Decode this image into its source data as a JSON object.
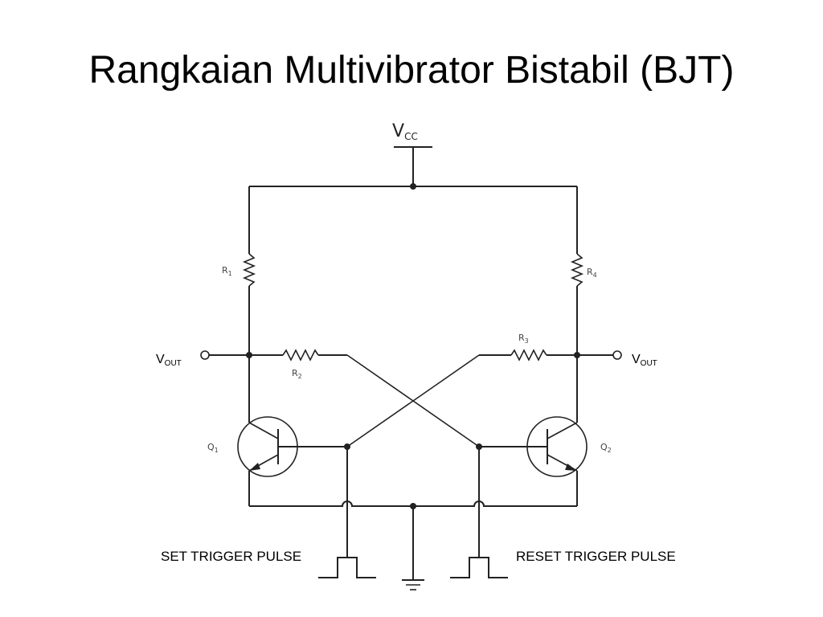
{
  "title": "Rangkaian Multivibrator Bistabil (BJT)",
  "supply": {
    "main": "V",
    "sub": "CC"
  },
  "resistors": {
    "r1": {
      "main": "R",
      "sub": "1"
    },
    "r2": {
      "main": "R",
      "sub": "2"
    },
    "r3": {
      "main": "R",
      "sub": "3"
    },
    "r4": {
      "main": "R",
      "sub": "4"
    }
  },
  "transistors": {
    "q1": {
      "main": "Q",
      "sub": "1"
    },
    "q2": {
      "main": "Q",
      "sub": "2"
    }
  },
  "outputs": {
    "left": {
      "main": "V",
      "sub": "OUT"
    },
    "right": {
      "main": "V",
      "sub": "OUT"
    }
  },
  "triggers": {
    "set": "SET TRIGGER PULSE",
    "reset": "RESET TRIGGER PULSE"
  }
}
